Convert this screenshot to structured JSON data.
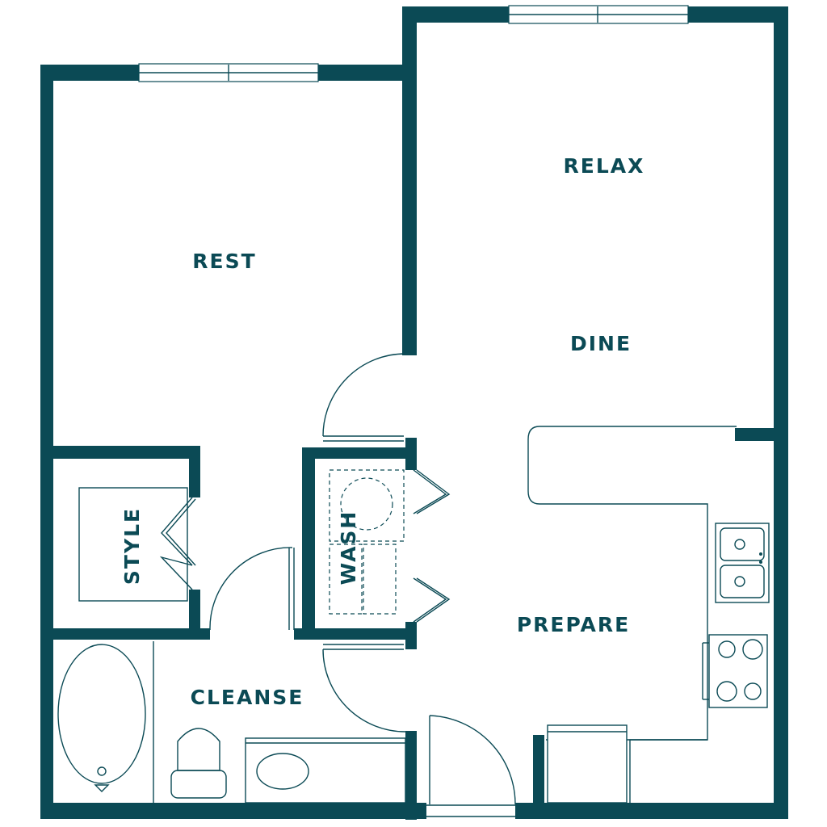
{
  "floorplan": {
    "rooms": {
      "relax": "RELAX",
      "rest": "REST",
      "dine": "DINE",
      "style": "STYLE",
      "wash": "WASH",
      "prepare": "PREPARE",
      "cleanse": "CLEANSE"
    },
    "colors": {
      "wall": "#0b4a55",
      "background": "#ffffff"
    }
  }
}
